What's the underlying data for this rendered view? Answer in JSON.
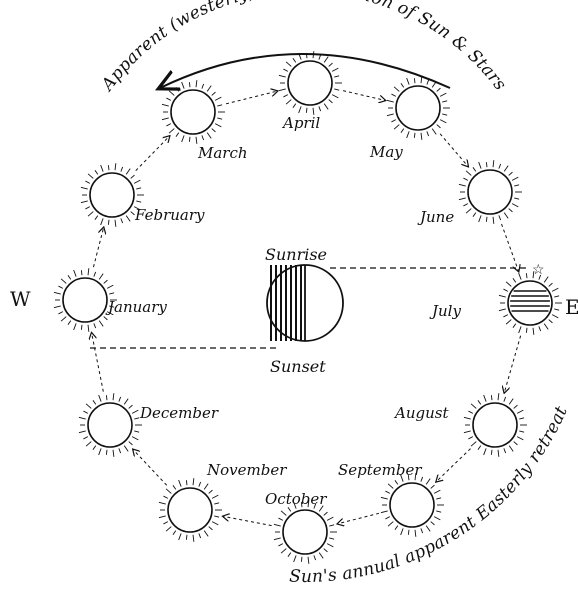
{
  "diagram": {
    "top_caption": "Apparent (westerly) diurnal motion of Sun & Stars",
    "bottom_caption": "Sun's annual apparent Easterly retreat",
    "west_label": "W",
    "east_label": "E",
    "sunrise_label": "Sunrise",
    "sunset_label": "Sunset",
    "months": [
      {
        "name": "January"
      },
      {
        "name": "February"
      },
      {
        "name": "March"
      },
      {
        "name": "April"
      },
      {
        "name": "May"
      },
      {
        "name": "June"
      },
      {
        "name": "July"
      },
      {
        "name": "August"
      },
      {
        "name": "September"
      },
      {
        "name": "October"
      },
      {
        "name": "November"
      },
      {
        "name": "December"
      }
    ],
    "colors": {
      "ink": "#111111",
      "background": "#ffffff"
    },
    "icons": [
      "sun-icon",
      "earth-icon",
      "star-icon"
    ]
  }
}
